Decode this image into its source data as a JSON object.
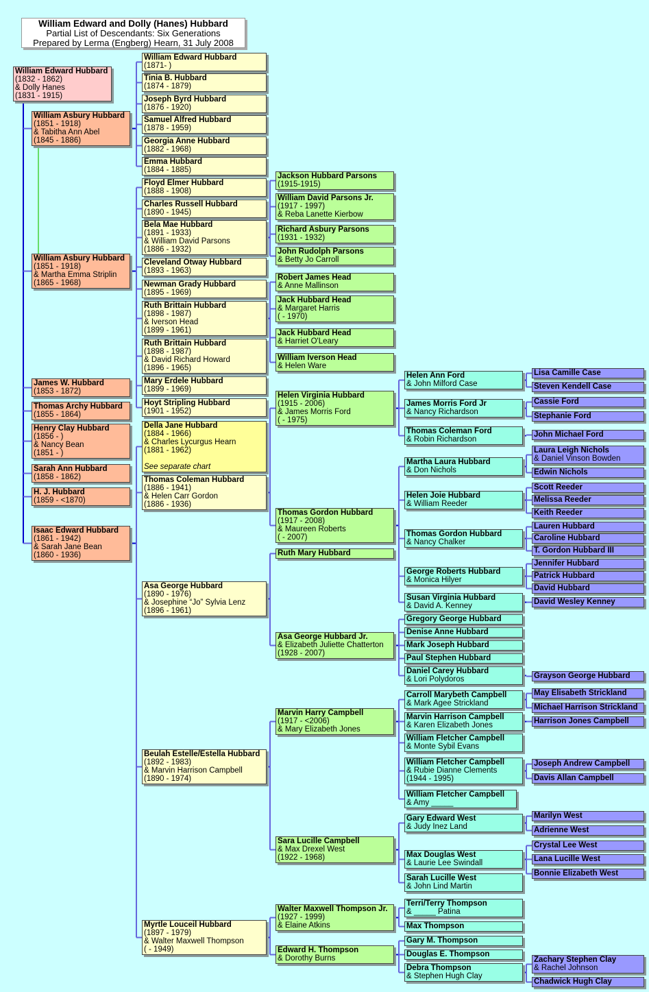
{
  "title": {
    "line1": "William Edward and Dolly (Hanes) Hubbard",
    "line2": "Partial List of Descendants: Six Generations",
    "line3": "Prepared by Lerma (Engberg) Hearn, 31 July 2008"
  },
  "colors": {
    "background": "#ccffff",
    "gen1": "#ffcccc",
    "gen2": "#ffbb99",
    "gen3": "#ffffcc",
    "gen4": "#bbff99",
    "gen5": "#99ffe6",
    "gen6": "#9999ff",
    "connector": "#6666dd"
  },
  "people": [
    {
      "lines": [
        "William Edward Hubbard",
        "(1832 - 1862)",
        "& Dolly Hanes",
        "(1831 - 1915)"
      ]
    },
    {
      "lines": [
        "William Asbury Hubbard",
        "(1851 - 1918)",
        "& Tabitha Ann Abel",
        "(1845 - 1886)"
      ]
    },
    {
      "lines": [
        "William Asbury Hubbard",
        "(1851 - 1918)",
        "& Martha Emma Striplin",
        "(1865 - 1968)"
      ]
    },
    {
      "lines": [
        "James W. Hubbard",
        "(1853 - 1872)"
      ]
    },
    {
      "lines": [
        "Thomas Archy Hubbard",
        "(1855 - 1864)"
      ]
    },
    {
      "lines": [
        "Henry Clay Hubbard",
        "(1856 - )",
        "& Nancy Bean",
        "(1851 - )"
      ]
    },
    {
      "lines": [
        "Sarah Ann Hubbard",
        "(1858 - 1862)"
      ]
    },
    {
      "lines": [
        "H. J. Hubbard",
        "(1859 - <1870)"
      ]
    },
    {
      "lines": [
        "Isaac Edward Hubbard",
        "(1861 - 1942)",
        "& Sarah Jane Bean",
        "(1860 - 1936)"
      ]
    },
    {
      "lines": [
        "William Edward Hubbard",
        "(1871- )"
      ]
    },
    {
      "lines": [
        "Tinia B. Hubbard",
        "(1874 - 1879)"
      ]
    },
    {
      "lines": [
        "Joseph Byrd Hubbard",
        "(1876 - 1920)"
      ]
    },
    {
      "lines": [
        "Samuel Alfred Hubbard",
        "(1878 - 1959)"
      ]
    },
    {
      "lines": [
        "Georgia Anne Hubbard",
        "(1882 - 1968)"
      ]
    },
    {
      "lines": [
        "Emma Hubbard",
        "(1884 - 1885)"
      ]
    },
    {
      "lines": [
        "Floyd Elmer Hubbard",
        "(1888 - 1908)"
      ]
    },
    {
      "lines": [
        "Charles Russell Hubbard",
        "(1890 - 1945)"
      ]
    },
    {
      "lines": [
        "Bela Mae Hubbard",
        "(1891 - 1933)",
        "& William David Parsons",
        "(1886 - 1932)"
      ]
    },
    {
      "lines": [
        "Cleveland Otway Hubbard",
        "(1893 - 1963)"
      ]
    },
    {
      "lines": [
        "Newman Grady Hubbard",
        "(1895 -  1969)"
      ]
    },
    {
      "lines": [
        "Ruth Brittain Hubbard",
        "(1898 - 1987)",
        "& Iverson Head",
        "(1899 - 1961)"
      ]
    },
    {
      "lines": [
        "Ruth Brittain Hubbard",
        "(1898 - 1987)",
        "& David Richard Howard",
        "(1896 - 1965)"
      ]
    },
    {
      "lines": [
        "Mary Erdele Hubbard",
        "(1899 - 1969)"
      ]
    },
    {
      "lines": [
        "Hoyt Stripling Hubbard",
        "(1901 - 1952)"
      ]
    },
    {
      "lines": [
        "Della Jane Hubbard",
        "(1884 - 1966)",
        "& Charles Lycurgus Hearn",
        "(1881 - 1962)"
      ],
      "note": "See separate chart"
    },
    {
      "lines": [
        "Thomas Coleman Hubbard",
        "(1886 - 1941)",
        "& Helen Carr Gordon",
        "(1886 - 1936)"
      ]
    },
    {
      "lines": [
        "Asa George Hubbard",
        "(1890 - 1976)",
        "& Josephine “Jo” Sylvia Lenz",
        "(1896 - 1961)"
      ]
    },
    {
      "lines": [
        "Beulah Estelle/Estella Hubbard",
        "(1892 - 1983)",
        "& Marvin Harrison Campbell",
        "(1890 - 1974)"
      ]
    },
    {
      "lines": [
        "Myrtle Louceil Hubbard",
        "(1897 - 1979)",
        "& Walter Maxwell Thompson",
        "( - 1949)"
      ]
    },
    {
      "lines": [
        "Jackson Hubbard Parsons",
        "(1915-1915)"
      ]
    },
    {
      "lines": [
        "William David Parsons Jr.",
        "(1917 - 1997)",
        "& Reba Lanette Kierbow"
      ]
    },
    {
      "lines": [
        "Richard Asbury Parsons",
        "(1931 - 1932)"
      ]
    },
    {
      "lines": [
        "John Rudolph Parsons",
        "& Betty Jo Carroll"
      ]
    },
    {
      "lines": [
        "Robert James Head",
        "& Anne Mallinson"
      ]
    },
    {
      "lines": [
        "Jack Hubbard Head",
        "& Margaret Harris",
        "( - 1970)"
      ]
    },
    {
      "lines": [
        "Jack Hubbard Head",
        "& Harriet O'Leary"
      ]
    },
    {
      "lines": [
        "William Iverson Head",
        "& Helen Ware"
      ]
    },
    {
      "lines": [
        "Helen Virginia Hubbard",
        "(1915 - 2006)",
        "& James Morris Ford",
        "( - 1975)"
      ]
    },
    {
      "lines": [
        "Thomas Gordon Hubbard",
        "(1917 - 2008)",
        "& Maureen Roberts",
        "( - 2007)"
      ]
    },
    {
      "lines": [
        "Ruth Mary Hubbard"
      ]
    },
    {
      "lines": [
        "Asa George Hubbard Jr.",
        "& Elizabeth Juliette Chatterton",
        "(1928 - 2007)"
      ]
    },
    {
      "lines": [
        "Marvin Harry Campbell",
        "(1917 - <2006)",
        "& Mary Elizabeth Jones"
      ]
    },
    {
      "lines": [
        "Sara Lucille Campbell",
        "& Max Drexel West",
        "(1922 - 1968)"
      ]
    },
    {
      "lines": [
        "Walter Maxwell Thompson Jr.",
        "(1927 - 1999)",
        "& Elaine Atkins"
      ]
    },
    {
      "lines": [
        "Edward H. Thompson",
        "& Dorothy Burns"
      ]
    },
    {
      "lines": [
        "Helen Ann Ford",
        "& John Milford Case"
      ]
    },
    {
      "lines": [
        "James Morris Ford Jr",
        "& Nancy Richardson"
      ]
    },
    {
      "lines": [
        "Thomas Coleman Ford",
        "& Robin Richardson"
      ]
    },
    {
      "lines": [
        "Martha Laura Hubbard",
        "& Don Nichols"
      ]
    },
    {
      "lines": [
        "Helen Joie Hubbard",
        "& William Reeder"
      ]
    },
    {
      "lines": [
        "Thomas Gordon Hubbard",
        "& Nancy Chalker"
      ]
    },
    {
      "lines": [
        "George Roberts Hubbard",
        "& Monica Hilyer"
      ]
    },
    {
      "lines": [
        "Susan Virginia Hubbard",
        "& David A. Kenney"
      ]
    },
    {
      "lines": [
        "Gregory George Hubbard"
      ]
    },
    {
      "lines": [
        "Denise Anne Hubbard"
      ]
    },
    {
      "lines": [
        "Mark Joseph Hubbard"
      ]
    },
    {
      "lines": [
        "Paul Stephen Hubbard"
      ]
    },
    {
      "lines": [
        "Daniel Carey Hubbard",
        "& Lori Polydoros"
      ]
    },
    {
      "lines": [
        "Carroll Marybeth Campbell",
        "& Mark Agee Strickland"
      ]
    },
    {
      "lines": [
        "Marvin Harrison Campbell",
        "& Karen Elizabeth Jones"
      ]
    },
    {
      "lines": [
        "William Fletcher Campbell",
        "& Monte Sybil Evans"
      ]
    },
    {
      "lines": [
        "William Fletcher Campbell",
        "& Rubie Dianne Clements",
        "(1944 - 1995)"
      ]
    },
    {
      "lines": [
        "William Fletcher Campbell",
        "& Amy _____"
      ]
    },
    {
      "lines": [
        "Gary Edward West",
        "& Judy Inez Land"
      ]
    },
    {
      "lines": [
        "Max Douglas West",
        "& Laurie Lee Swindall"
      ]
    },
    {
      "lines": [
        "Sarah Lucille West",
        "& John Lind Martin"
      ]
    },
    {
      "lines": [
        "Terri/Terry Thompson",
        "& _____ Patina"
      ]
    },
    {
      "lines": [
        "Max Thompson"
      ]
    },
    {
      "lines": [
        "Gary M. Thompson"
      ]
    },
    {
      "lines": [
        "Douglas E. Thompson"
      ]
    },
    {
      "lines": [
        "Debra Thompson",
        "& Stephen Hugh Clay"
      ]
    },
    {
      "lines": [
        "Lisa Camille Case"
      ]
    },
    {
      "lines": [
        "Steven Kendell Case"
      ]
    },
    {
      "lines": [
        "Cassie Ford"
      ]
    },
    {
      "lines": [
        "Stephanie Ford"
      ]
    },
    {
      "lines": [
        "John Michael Ford"
      ]
    },
    {
      "lines": [
        "Laura Leigh Nichols",
        "& Daniel Vinson Bowden"
      ]
    },
    {
      "lines": [
        "Edwin Nichols"
      ]
    },
    {
      "lines": [
        "Scott Reeder"
      ]
    },
    {
      "lines": [
        "Melissa Reeder"
      ]
    },
    {
      "lines": [
        "Keith Reeder"
      ]
    },
    {
      "lines": [
        "Lauren Hubbard"
      ]
    },
    {
      "lines": [
        "Caroline Hubbard"
      ]
    },
    {
      "lines": [
        "T. Gordon Hubbard III"
      ]
    },
    {
      "lines": [
        "Jennifer Hubbard"
      ]
    },
    {
      "lines": [
        "Patrick Hubbard"
      ]
    },
    {
      "lines": [
        "David Hubbard"
      ]
    },
    {
      "lines": [
        "David Wesley Kenney"
      ]
    },
    {
      "lines": [
        "Grayson George Hubbard"
      ]
    },
    {
      "lines": [
        "May Elisabeth Strickland"
      ]
    },
    {
      "lines": [
        "Michael Harrison Strickland"
      ]
    },
    {
      "lines": [
        "Harrison Jones Campbell"
      ]
    },
    {
      "lines": [
        "Joseph Andrew Campbell"
      ]
    },
    {
      "lines": [
        "Davis Allan Campbell"
      ]
    },
    {
      "lines": [
        "Marilyn West"
      ]
    },
    {
      "lines": [
        "Adrienne West"
      ]
    },
    {
      "lines": [
        "Crystal Lee West"
      ]
    },
    {
      "lines": [
        "Lana Lucille West"
      ]
    },
    {
      "lines": [
        "Bonnie Elizabeth West"
      ]
    },
    {
      "lines": [
        "Zachary Stephen Clay",
        "& Rachel Johnson"
      ]
    },
    {
      "lines": [
        "Chadwick Hugh Clay"
      ]
    }
  ]
}
